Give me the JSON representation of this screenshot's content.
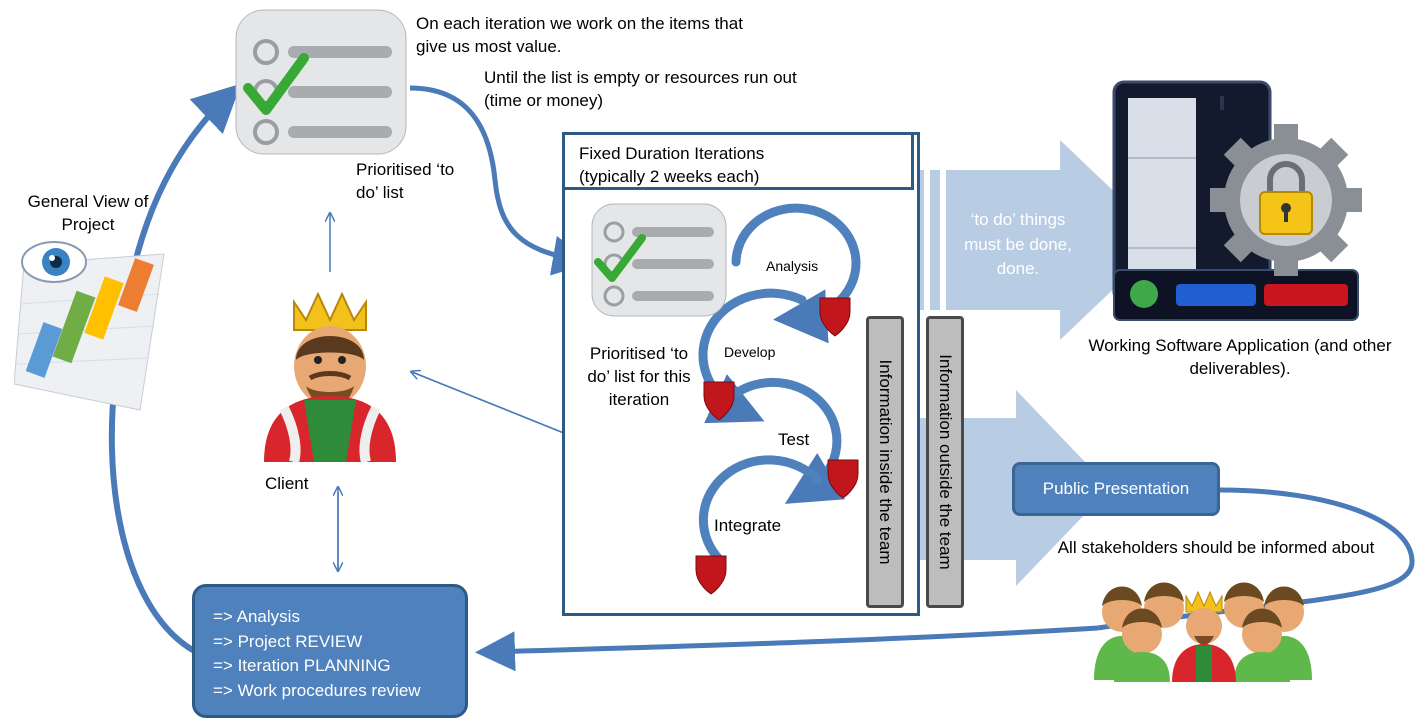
{
  "notes": {
    "iteration_value": "On each iteration we work on the items that give us most value.",
    "until_empty": "Until the list is empty or resources run out (time or money)"
  },
  "general_view": "General View of Project",
  "prioritised_list": "Prioritised ‘to do’ list",
  "client": "Client",
  "iterations": {
    "title_line1": "Fixed Duration Iterations",
    "title_line2": "(typically 2 weeks each)",
    "iteration_list": "Prioritised ‘to do’ list for this iteration",
    "steps": [
      "Analysis",
      "Develop",
      "Test",
      "Integrate"
    ]
  },
  "bars": {
    "inside": "Information inside the team",
    "outside": "Information outside the team"
  },
  "done_text": "‘to do’ things must be done, done.",
  "deliverables": "Working Software Application (and other deliverables).",
  "public_presentation": "Public Presentation",
  "stakeholders": "All stakeholders should be informed about",
  "review_items": [
    "=> Analysis",
    "=> Project REVIEW",
    "=> Iteration PLANNING",
    "=> Work procedures review"
  ],
  "colors": {
    "accent_blue": "#4f81bd",
    "arrow_blue": "#4a7ab8",
    "light_arrow": "#b8cce4",
    "box_border": "#2e5a86",
    "bar_gray": "#bdbdbd"
  }
}
